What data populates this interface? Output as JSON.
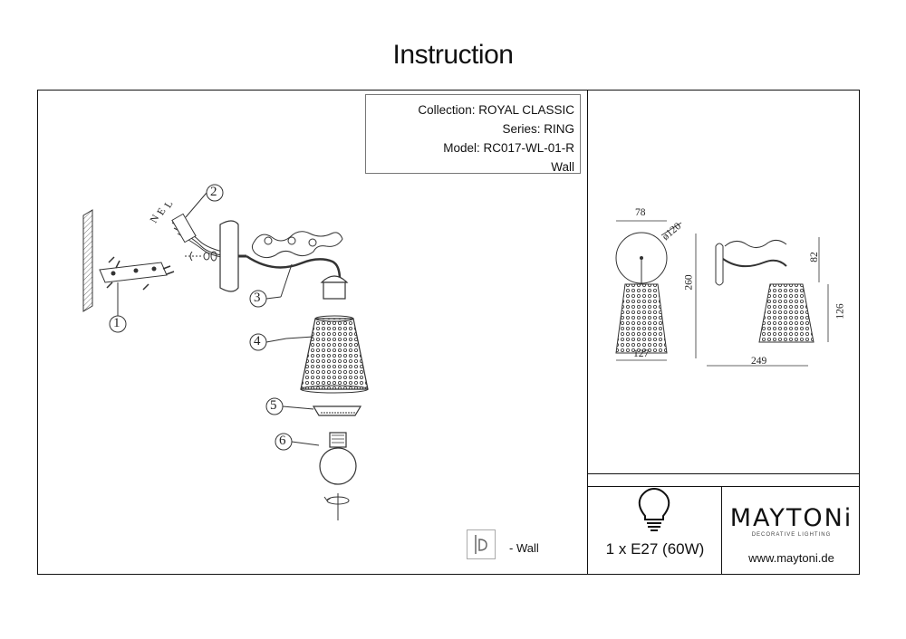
{
  "header": {
    "title": "Instruction"
  },
  "info": {
    "collection": "Collection: ROYAL CLASSIC",
    "series": "Series: RING",
    "model": "Model: RC017-WL-01-R",
    "type": "Wall"
  },
  "callouts": [
    "1",
    "2",
    "3",
    "4",
    "5",
    "6"
  ],
  "wire_labels": {
    "n": "N",
    "e": "E",
    "l": "L"
  },
  "dimensions": {
    "d78": "78",
    "d120": "ø120",
    "d260": "260",
    "d82": "82",
    "d126": "126",
    "d127": "127",
    "d249": "249"
  },
  "legend": {
    "wall_label": "- Wall"
  },
  "bulb": {
    "spec": "1 x E27 (60W)"
  },
  "brand": {
    "name": "MAYTONi",
    "tagline": "DECORATIVE LIGHTING",
    "website": "www.maytoni.de"
  }
}
